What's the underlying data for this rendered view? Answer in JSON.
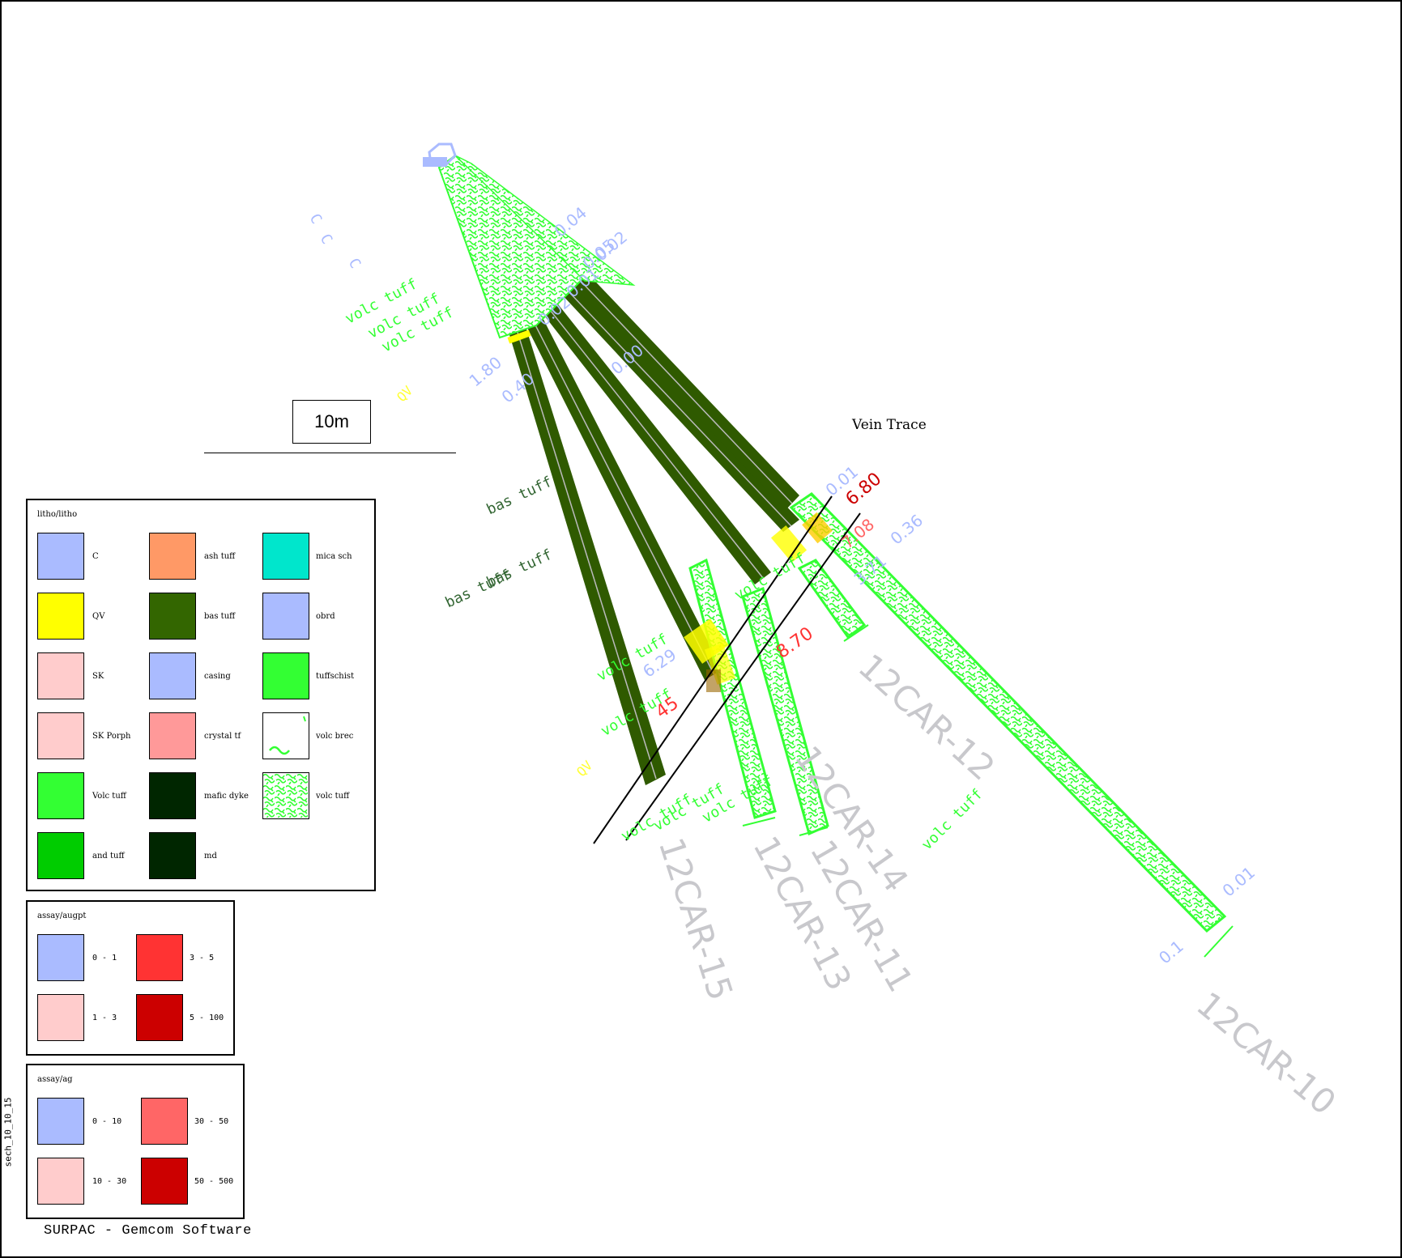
{
  "scale_bar": {
    "label": "10m"
  },
  "vein_trace_label": "Vein Trace",
  "footer": "SURPAC - Gemcom Software",
  "side_label": "sech_10_10_15",
  "colors": {
    "bas_tuff": "#2f5a00",
    "volc_tuff": "#33ff33",
    "casing": "#aabbff",
    "qv": "#ffff00",
    "red": "#ff3333",
    "dark_red": "#cc0000",
    "pink": "#ffcccc",
    "hole_label": "#c8c8cc"
  },
  "legends": {
    "litho": {
      "title": "litho/litho",
      "items": [
        {
          "label": "C",
          "color": "#aabbff"
        },
        {
          "label": "ash tuff",
          "color": "#ff9966"
        },
        {
          "label": "mica sch",
          "color": "#00e6cc"
        },
        {
          "label": "QV",
          "color": "#ffff00"
        },
        {
          "label": "bas tuff",
          "color": "#336600"
        },
        {
          "label": "obrd",
          "color": "#aabbff"
        },
        {
          "label": "SK",
          "color": "#ffcccc"
        },
        {
          "label": "casing",
          "color": "#aabbff"
        },
        {
          "label": "tuffschist",
          "color": "#33ff33"
        },
        {
          "label": "SK Porph",
          "color": "#ffcccc"
        },
        {
          "label": "crystal tf",
          "color": "#ff9999"
        },
        {
          "label": "volc brec",
          "color": "#ffffff"
        },
        {
          "label": "Volc tuff",
          "color": "#33ff33"
        },
        {
          "label": "mafic dyke",
          "color": "#002600"
        },
        {
          "label": "volc tuff",
          "color": "#ffffff"
        },
        {
          "label": "and tuff",
          "color": "#00cc00"
        },
        {
          "label": "md",
          "color": "#002600"
        }
      ]
    },
    "assay_aug": {
      "title": "assay/augpt",
      "items": [
        {
          "label": "0 - 1",
          "color": "#aabbff"
        },
        {
          "label": "3 - 5",
          "color": "#ff3333"
        },
        {
          "label": "1 - 3",
          "color": "#ffcccc"
        },
        {
          "label": "5 - 100",
          "color": "#cc0000"
        }
      ]
    },
    "assay_ag": {
      "title": "assay/ag",
      "items": [
        {
          "label": "0 - 10",
          "color": "#aabbff"
        },
        {
          "label": "30 - 50",
          "color": "#ff6666"
        },
        {
          "label": "10 - 30",
          "color": "#ffcccc"
        },
        {
          "label": "50 - 500",
          "color": "#cc0000"
        }
      ]
    }
  },
  "holes": [
    {
      "id": "12CAR-10"
    },
    {
      "id": "12CAR-11"
    },
    {
      "id": "12CAR-12"
    },
    {
      "id": "12CAR-13"
    },
    {
      "id": "12CAR-14"
    },
    {
      "id": "12CAR-15"
    }
  ],
  "annotations": {
    "lithology": [
      "volc tuff",
      "volc tuff",
      "volc tuff",
      "volc tuff",
      "volc tuff",
      "volc tuff",
      "volc tuff",
      "volc tuff",
      "volc tuff",
      "volc tuff",
      "bas tuff",
      "bas tuff",
      "bas tuff",
      "QV",
      "QV",
      "C",
      "C",
      "C"
    ],
    "assay_values": [
      "0.04",
      "0.02",
      "0.05",
      "0.01",
      "0.02",
      "0.00",
      "1.80",
      "0.40",
      "0.01",
      "6.80",
      "7.08",
      "0.36",
      "3.71",
      "8.70",
      "45",
      "6.29",
      "0.01",
      "0.1"
    ]
  }
}
